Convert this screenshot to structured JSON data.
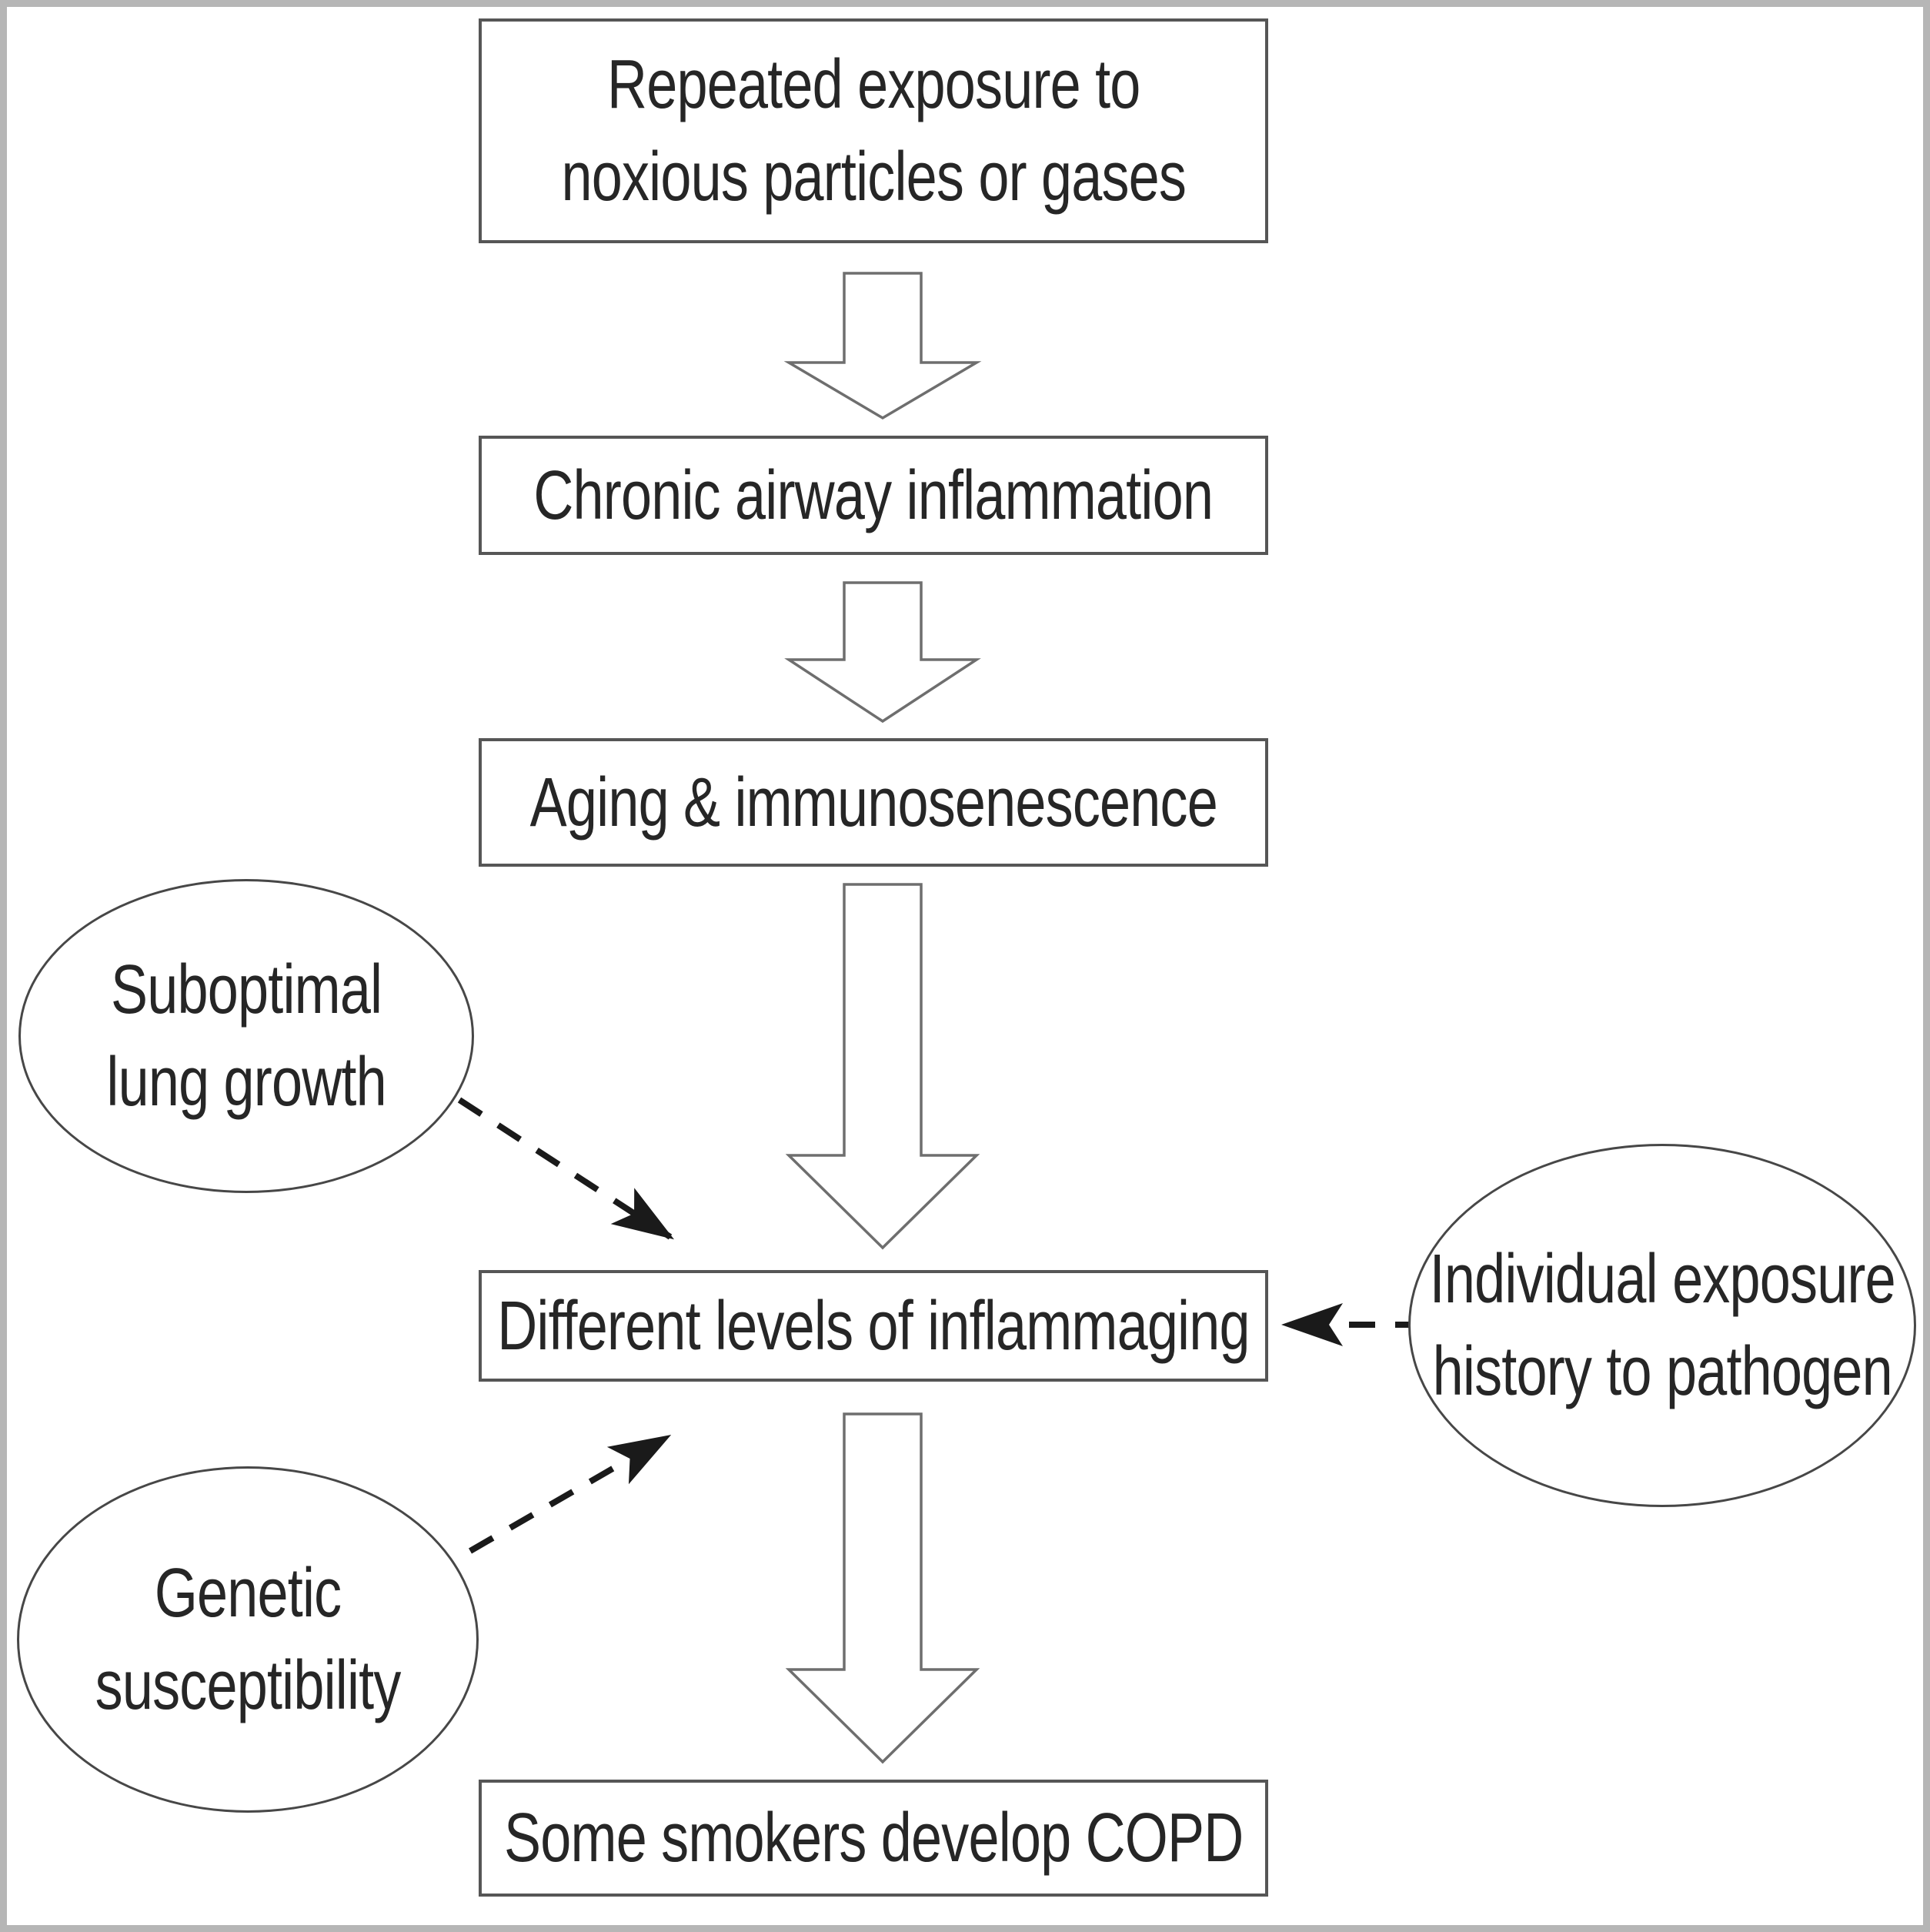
{
  "figure": {
    "description": "Flowchart of how repeated noxious exposure leads some smokers to develop COPD via inflammaging"
  },
  "colors": {
    "frame_border": "#b6b6b6",
    "node_border": "#565656",
    "ellipse_border": "#474747",
    "text": "#262626",
    "flow_arrow_outline": "#6e6e6e",
    "flow_arrow_fill": "#ffffff",
    "dashed_arrow": "#1a1a1a",
    "background": "#ffffff"
  },
  "nodes": {
    "exposure": {
      "line1": "Repeated exposure to",
      "line2": "noxious particles or gases"
    },
    "inflammation": {
      "label": "Chronic airway inflammation"
    },
    "aging": {
      "label": "Aging & immunosenescence"
    },
    "inflammaging": {
      "label": "Different levels of inflammaging"
    },
    "copd": {
      "label": "Some smokers develop COPD"
    },
    "lung_growth": {
      "line1": "Suboptimal",
      "line2": "lung growth"
    },
    "genetic": {
      "line1": "Genetic",
      "line2": "susceptibility"
    },
    "pathogen": {
      "line1": "Individual exposure",
      "line2": "history to pathogen"
    }
  }
}
